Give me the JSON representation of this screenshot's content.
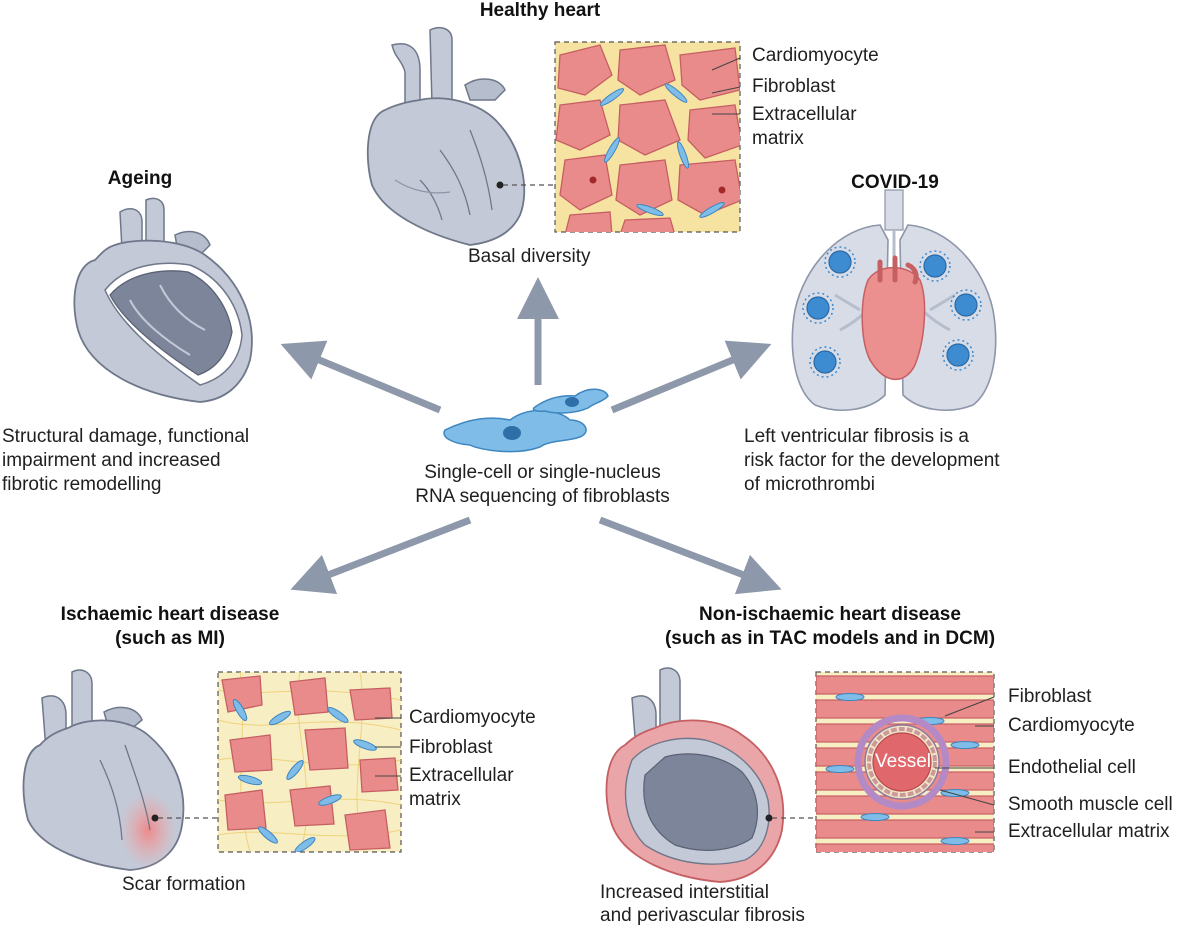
{
  "center": {
    "caption_line1": "Single-cell or single-nucleus",
    "caption_line2": "RNA sequencing of fibroblasts"
  },
  "healthy": {
    "title": "Healthy heart",
    "caption": "Basal diversity",
    "labels": {
      "cardiomyocyte": "Cardiomyocyte",
      "fibroblast": "Fibroblast",
      "ecm_line1": "Extracellular",
      "ecm_line2": "matrix"
    }
  },
  "ageing": {
    "title": "Ageing",
    "caption_line1": "Structural damage, functional",
    "caption_line2": "impairment and increased",
    "caption_line3": "fibrotic remodelling"
  },
  "covid": {
    "title": "COVID-19",
    "caption_line1": "Left ventricular fibrosis is a",
    "caption_line2": "risk factor for the development",
    "caption_line3": "of microthrombi"
  },
  "ischaemic": {
    "title_line1": "Ischaemic heart disease",
    "title_line2": "(such as MI)",
    "caption": "Scar formation",
    "labels": {
      "cardiomyocyte": "Cardiomyocyte",
      "fibroblast": "Fibroblast",
      "ecm_line1": "Extracellular",
      "ecm_line2": "matrix"
    }
  },
  "nonischaemic": {
    "title_line1": "Non-ischaemic heart disease",
    "title_line2": "(such as in TAC models and in DCM)",
    "caption_line1": "Increased interstitial",
    "caption_line2": "and perivascular fibrosis",
    "vessel": "Vessel",
    "labels": {
      "fibroblast": "Fibroblast",
      "cardiomyocyte": "Cardiomyocyte",
      "endothelial": "Endothelial cell",
      "smooth_muscle": "Smooth muscle cell",
      "ecm": "Extracellular matrix"
    }
  },
  "colors": {
    "heart_grey": "#c3c9d6",
    "heart_dark": "#8d95a8",
    "cardiomyocyte_pink": "#e88e8e",
    "fibroblast_blue": "#5fa8dc",
    "ecm_yellow": "#f6e3a2",
    "arrow_grey": "#8e98ab",
    "virus_blue": "#3d8bd0"
  }
}
